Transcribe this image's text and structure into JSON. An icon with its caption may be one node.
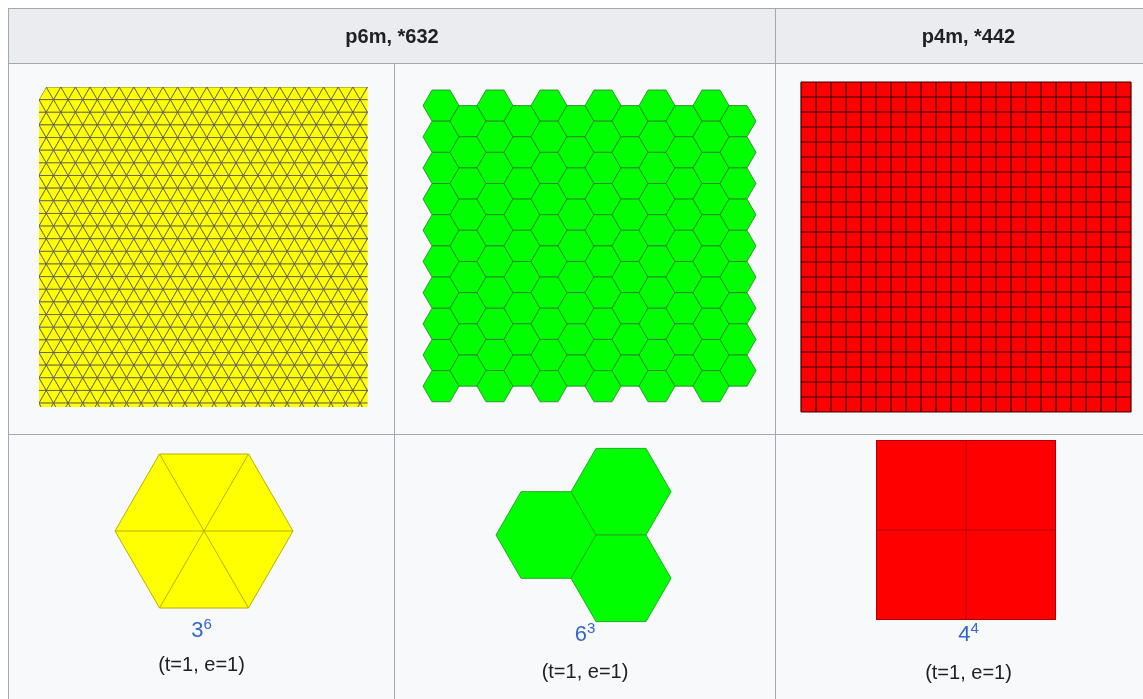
{
  "diagram": {
    "labels": [
      "p6m, *632",
      "p4m, *442",
      "3$^{6}$",
      "(t=1, e=1)",
      "6$^{3}$",
      "(t=1, e=1)",
      "4$^{4}$",
      "(t=1, e=1)"
    ]
  }
}
